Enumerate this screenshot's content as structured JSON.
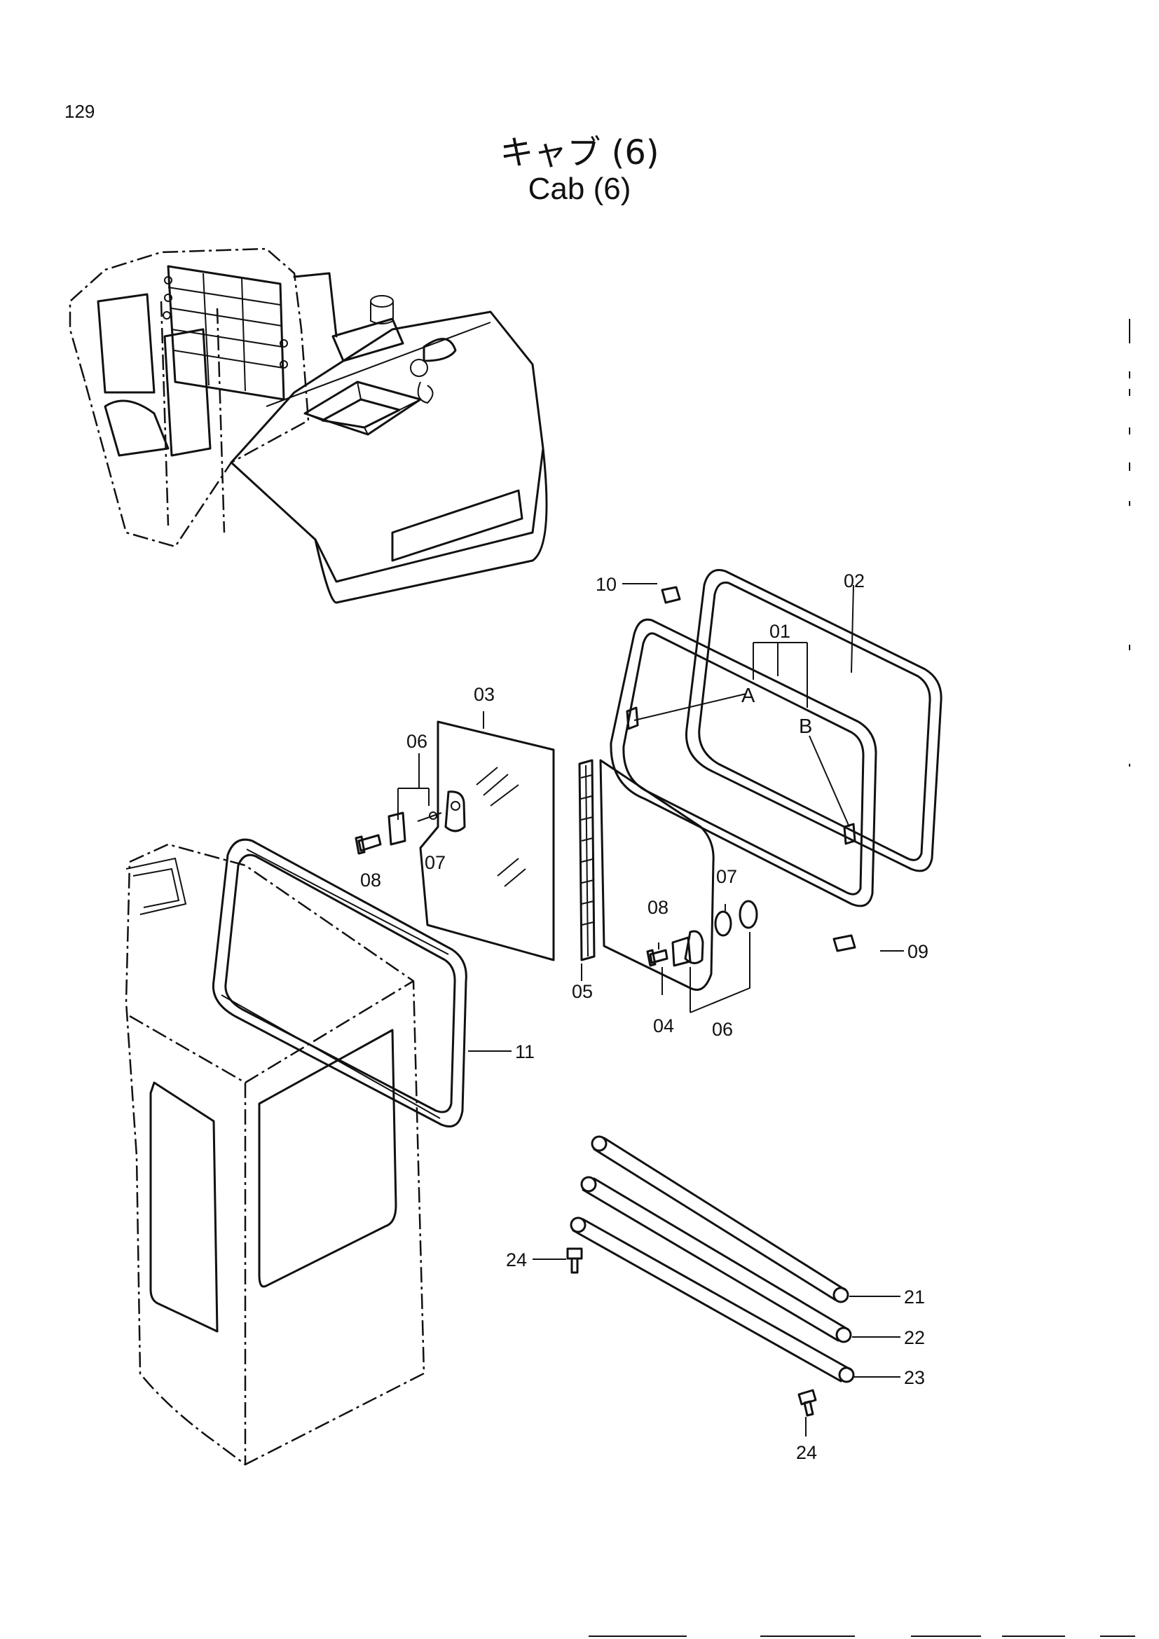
{
  "page": {
    "number": "129"
  },
  "title": {
    "jp": "キャブ (6)",
    "en": "Cab (6)"
  },
  "callouts": {
    "c01": "01",
    "c02": "02",
    "c03": "03",
    "c04": "04",
    "c05": "05",
    "c06a": "06",
    "c06b": "06",
    "c07a": "07",
    "c07b": "07",
    "c08a": "08",
    "c08b": "08",
    "c09": "09",
    "c10": "10",
    "c11": "11",
    "c21": "21",
    "c22": "22",
    "c23": "23",
    "c24a": "24",
    "c24b": "24",
    "markA": "A",
    "markB": "B"
  }
}
